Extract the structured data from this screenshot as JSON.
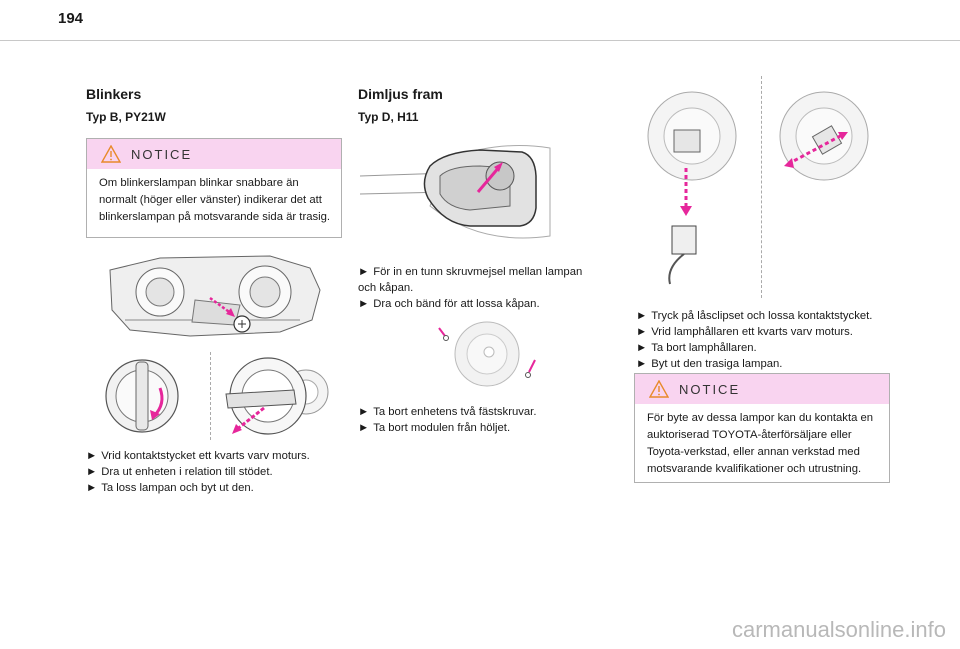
{
  "page_number": "194",
  "left": {
    "heading": "Blinkers",
    "subheading": "Typ B, PY21W",
    "notice": {
      "title": "NOTICE",
      "body": "Om blinkerslampan blinkar snabbare än normalt (höger eller vänster) indikerar det att blinkerslampan på motsvarande sida är trasig."
    },
    "steps": [
      "Vrid kontaktstycket ett kvarts varv moturs.",
      "Dra ut enheten i relation till stödet.",
      "Ta loss lampan och byt ut den."
    ]
  },
  "middle": {
    "heading": "Dimljus fram",
    "subheading": "Typ D, H11",
    "steps_a": [
      "För in en tunn skruvmejsel mellan lampan och kåpan.",
      "Dra och bänd för att lossa kåpan."
    ],
    "steps_b": [
      "Ta bort enhetens två fästskruvar.",
      "Ta bort modulen från höljet."
    ]
  },
  "right": {
    "steps": [
      "Tryck på låsclipset och lossa kontaktstycket.",
      "Vrid lamphållaren ett kvarts varv moturs.",
      "Ta bort lamphållaren.",
      "Byt ut den trasiga lampan."
    ],
    "notice": {
      "title": "NOTICE",
      "body": "För byte av dessa lampor kan du kontakta en auktoriserad TOYOTA-återförsäljare eller Toyota-verkstad, eller annan verkstad med motsvarande kvalifikationer och utrustning."
    }
  },
  "bullet_glyph": "►",
  "watermark": "carmanualsonline.info",
  "colors": {
    "accent_magenta": "#e6279b",
    "notice_header": "#f9d4f0",
    "warning_triangle": "#e88a2a"
  }
}
